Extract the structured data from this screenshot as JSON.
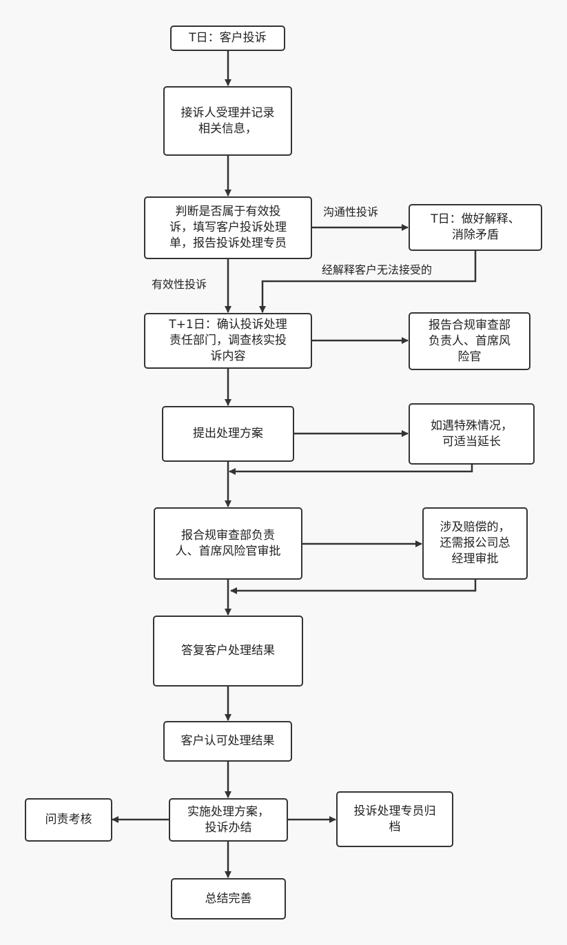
{
  "nodes": {
    "complaint": "T日：客户投诉",
    "accept": "接诉人受理并记录\n相关信息，",
    "judge": "判断是否属于有效投\n诉，填写客户投诉处理\n单，报告投诉处理专员",
    "explain": "T日：做好解释、\n消除矛盾",
    "confirm": "T+1日：确认投诉处理\n责任部门，调查核实投\n诉内容",
    "report_compliance": "报告合规审查部\n负责人、首席风\n险官",
    "propose": "提出处理方案",
    "extend": "如遇特殊情况，\n可适当延长",
    "approve": "报合规审查部负责\n人、首席风险官审批",
    "compensation": "涉及赔偿的，\n还需报公司总\n经理审批",
    "reply": "答复客户处理结果",
    "acknowledge": "客户认可处理结果",
    "implement": "实施处理方案，\n投诉办结",
    "accountability": "问责考核",
    "archive": "投诉处理专员归\n档",
    "summary": "总结完善"
  },
  "edge_labels": {
    "communication": "沟通性投诉",
    "not_accepted": "经解释客户无法接受的",
    "valid": "有效性投诉"
  }
}
